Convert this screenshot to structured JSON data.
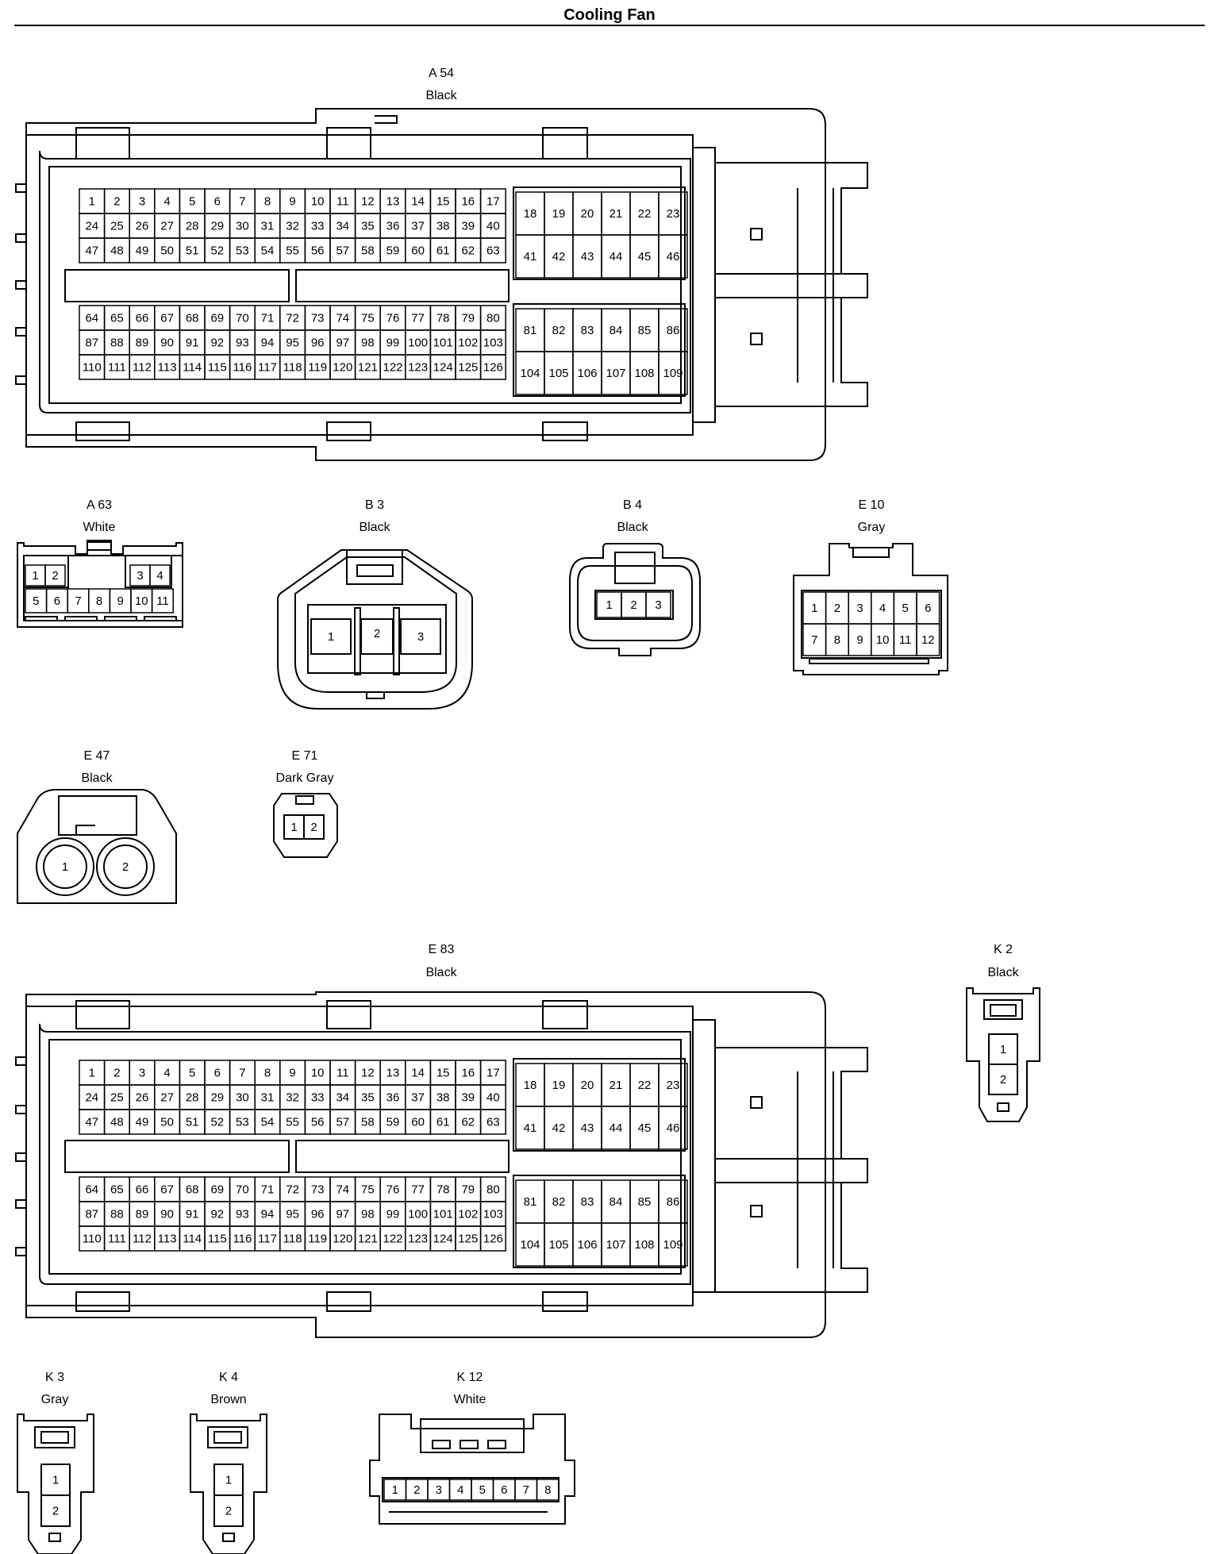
{
  "page": {
    "title": "Cooling Fan"
  },
  "connectors": {
    "a54": {
      "code": "A 54",
      "color": "Black"
    },
    "a63": {
      "code": "A 63",
      "color": "White"
    },
    "b3": {
      "code": "B 3",
      "color": "Black"
    },
    "b4": {
      "code": "B 4",
      "color": "Black"
    },
    "e10": {
      "code": "E 10",
      "color": "Gray"
    },
    "e47": {
      "code": "E 47",
      "color": "Black"
    },
    "e71": {
      "code": "E 71",
      "color": "Dark Gray"
    },
    "e83": {
      "code": "E 83",
      "color": "Black"
    },
    "k2": {
      "code": "K 2",
      "color": "Black"
    },
    "k3": {
      "code": "K 3",
      "color": "Gray"
    },
    "k4": {
      "code": "K 4",
      "color": "Brown"
    },
    "k12": {
      "code": "K 12",
      "color": "White"
    }
  },
  "pins": {
    "ecu_block_top": [
      [
        "1",
        "2",
        "3",
        "4",
        "5",
        "6",
        "7",
        "8",
        "9",
        "10",
        "11",
        "12",
        "13",
        "14",
        "15",
        "16",
        "17"
      ],
      [
        "24",
        "25",
        "26",
        "27",
        "28",
        "29",
        "30",
        "31",
        "32",
        "33",
        "34",
        "35",
        "36",
        "37",
        "38",
        "39",
        "40"
      ],
      [
        "47",
        "48",
        "49",
        "50",
        "51",
        "52",
        "53",
        "54",
        "55",
        "56",
        "57",
        "58",
        "59",
        "60",
        "61",
        "62",
        "63"
      ]
    ],
    "ecu_block_top_right": [
      [
        "18",
        "19",
        "20",
        "21",
        "22",
        "23"
      ],
      [
        "41",
        "42",
        "43",
        "44",
        "45",
        "46"
      ]
    ],
    "ecu_block_bottom": [
      [
        "64",
        "65",
        "66",
        "67",
        "68",
        "69",
        "70",
        "71",
        "72",
        "73",
        "74",
        "75",
        "76",
        "77",
        "78",
        "79",
        "80"
      ],
      [
        "87",
        "88",
        "89",
        "90",
        "91",
        "92",
        "93",
        "94",
        "95",
        "96",
        "97",
        "98",
        "99",
        "100",
        "101",
        "102",
        "103"
      ],
      [
        "110",
        "111",
        "112",
        "113",
        "114",
        "115",
        "116",
        "117",
        "118",
        "119",
        "120",
        "121",
        "122",
        "123",
        "124",
        "125",
        "126"
      ]
    ],
    "ecu_block_bottom_right": [
      [
        "81",
        "82",
        "83",
        "84",
        "85",
        "86"
      ],
      [
        "104",
        "105",
        "106",
        "107",
        "108",
        "109"
      ]
    ],
    "a63": [
      [
        "1",
        "2",
        "3",
        "4"
      ],
      [
        "5",
        "6",
        "7",
        "8",
        "9",
        "10",
        "11"
      ]
    ],
    "b3": [
      "1",
      "2",
      "3"
    ],
    "b4": [
      "1",
      "2",
      "3"
    ],
    "e10": [
      [
        "1",
        "2",
        "3",
        "4",
        "5",
        "6"
      ],
      [
        "7",
        "8",
        "9",
        "10",
        "11",
        "12"
      ]
    ],
    "e47": [
      "1",
      "2"
    ],
    "e71": [
      "1",
      "2"
    ],
    "k2": [
      "1",
      "2"
    ],
    "k3": [
      "1",
      "2"
    ],
    "k4": [
      "1",
      "2"
    ],
    "k12": [
      "1",
      "2",
      "3",
      "4",
      "5",
      "6",
      "7",
      "8"
    ]
  }
}
